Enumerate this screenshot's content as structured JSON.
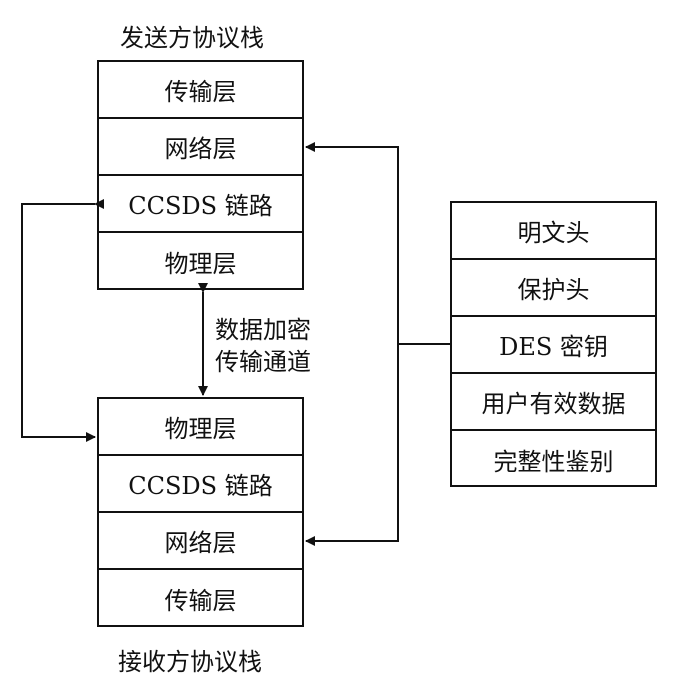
{
  "sender": {
    "title": "发送方协议栈",
    "layers": [
      "传输层",
      "网络层",
      "CCSDS 链路",
      "物理层"
    ]
  },
  "receiver": {
    "title": "接收方协议栈",
    "layers": [
      "物理层",
      "CCSDS 链路",
      "网络层",
      "传输层"
    ]
  },
  "channel": {
    "line1": "数据加密",
    "line2": "传输通道"
  },
  "packet": {
    "fields": [
      "明文头",
      "保护头",
      "DES 密钥",
      "用户有效数据",
      "完整性鉴别"
    ]
  }
}
